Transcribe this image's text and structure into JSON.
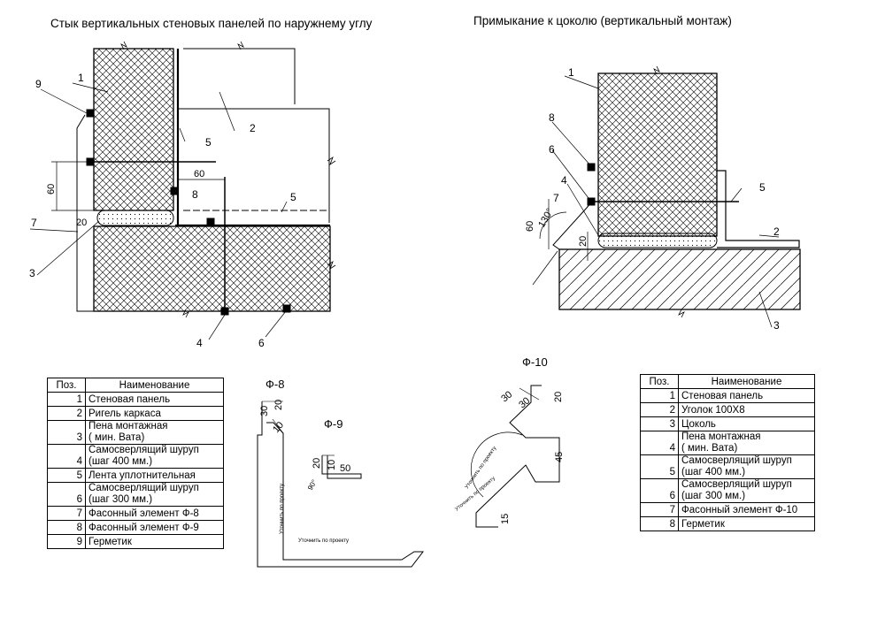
{
  "left_title": "Стык вертикальных стеновых панелей по наружнему углу",
  "right_title": "Примыкание к цоколю (вертикальный монтаж)",
  "left_drawing": {
    "callouts": [
      "1",
      "2",
      "3",
      "4",
      "5",
      "5",
      "6",
      "7",
      "8",
      "9"
    ],
    "dims": [
      "60",
      "60",
      "20"
    ]
  },
  "right_drawing": {
    "callouts": [
      "1",
      "2",
      "3",
      "4",
      "5",
      "6",
      "7",
      "8"
    ],
    "dims": [
      "60",
      "20",
      "130°"
    ]
  },
  "details": {
    "f8": {
      "label": "Ф-8",
      "dims": [
        "30",
        "20",
        "10"
      ],
      "note_v": "Уточнить по проекту",
      "note_h": "Уточнить по проекту"
    },
    "f9": {
      "label": "Ф-9",
      "dims": [
        "20",
        "10",
        "50",
        "90°"
      ]
    },
    "f10": {
      "label": "Ф-10",
      "dims": [
        "30",
        "20",
        "30",
        "45",
        "15"
      ],
      "note_a": "Уточнить по проекту",
      "note_b": "Уточнить по проекту"
    }
  },
  "table_left": {
    "header": {
      "pos": "Поз.",
      "name": "Наименование"
    },
    "rows": [
      {
        "pos": "1",
        "lines": [
          "Стеновая панель"
        ]
      },
      {
        "pos": "2",
        "lines": [
          "Ригель каркаса"
        ]
      },
      {
        "pos": "3",
        "lines": [
          "Пена монтажная",
          "( мин. Вата)"
        ]
      },
      {
        "pos": "4",
        "lines": [
          "Самосверлящий шуруп",
          "(шаг 400 мм.)"
        ]
      },
      {
        "pos": "5",
        "lines": [
          "Лента уплотнительная"
        ]
      },
      {
        "pos": "6",
        "lines": [
          "Самосверлящий шуруп",
          "(шаг 300 мм.)"
        ]
      },
      {
        "pos": "7",
        "lines": [
          "Фасонный элемент Ф-8"
        ]
      },
      {
        "pos": "8",
        "lines": [
          "Фасонный элемент Ф-9"
        ]
      },
      {
        "pos": "9",
        "lines": [
          "Герметик"
        ]
      }
    ]
  },
  "table_right": {
    "header": {
      "pos": "Поз.",
      "name": "Наименование"
    },
    "rows": [
      {
        "pos": "1",
        "lines": [
          "Стеновая панель"
        ]
      },
      {
        "pos": "2",
        "lines": [
          "Уголок 100Х8"
        ]
      },
      {
        "pos": "3",
        "lines": [
          "Цоколь"
        ]
      },
      {
        "pos": "4",
        "lines": [
          "Пена монтажная",
          "( мин. Вата)"
        ]
      },
      {
        "pos": "5",
        "lines": [
          "Самосверлящий шуруп",
          "(шаг 400 мм.)"
        ]
      },
      {
        "pos": "6",
        "lines": [
          "Самосверлящий шуруп",
          "(шаг 300 мм.)"
        ]
      },
      {
        "pos": "7",
        "lines": [
          "Фасонный элемент Ф-10"
        ]
      },
      {
        "pos": "8",
        "lines": [
          "Герметик"
        ]
      }
    ]
  }
}
